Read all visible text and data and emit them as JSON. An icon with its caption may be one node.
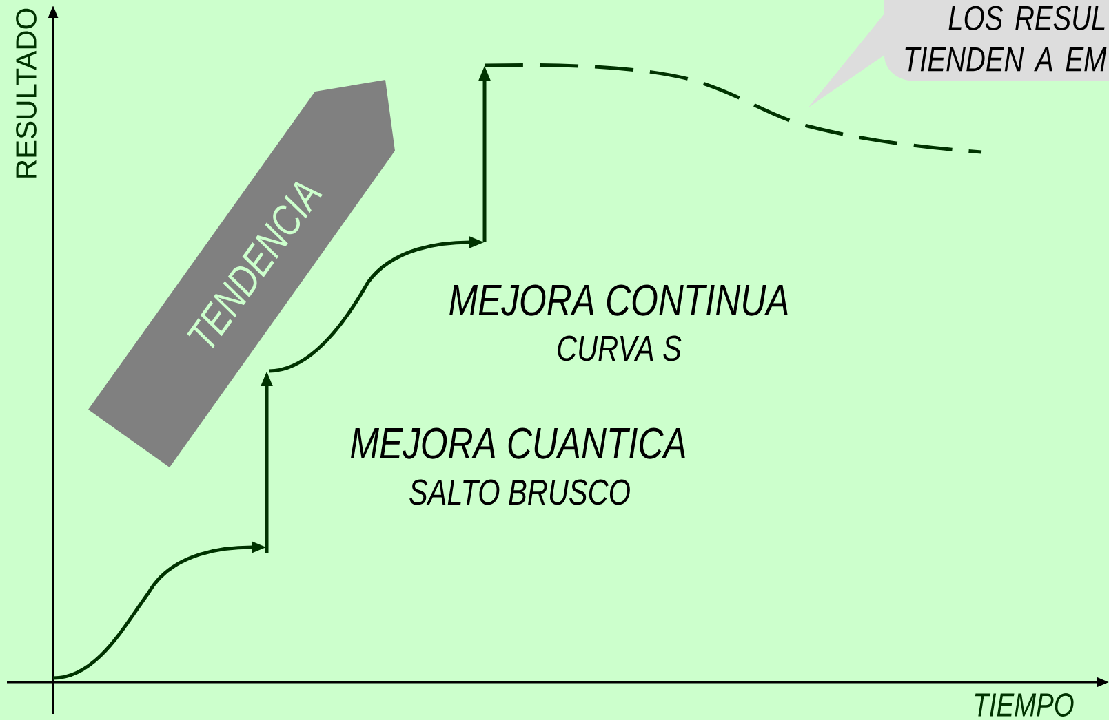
{
  "diagram": {
    "nodes": [
      {
        "text": [
          "TENDENCIA"
        ]
      },
      {
        "text": [
          "LOS RESUL TIENDEN A EM"
        ]
      }
    ],
    "labels": [
      "RESULTADO",
      "MEJORA CONTINUA",
      "CURVA S",
      "MEJORA CUANTICA",
      "SALTO BRUSCO",
      "TIEMPO"
    ]
  }
}
